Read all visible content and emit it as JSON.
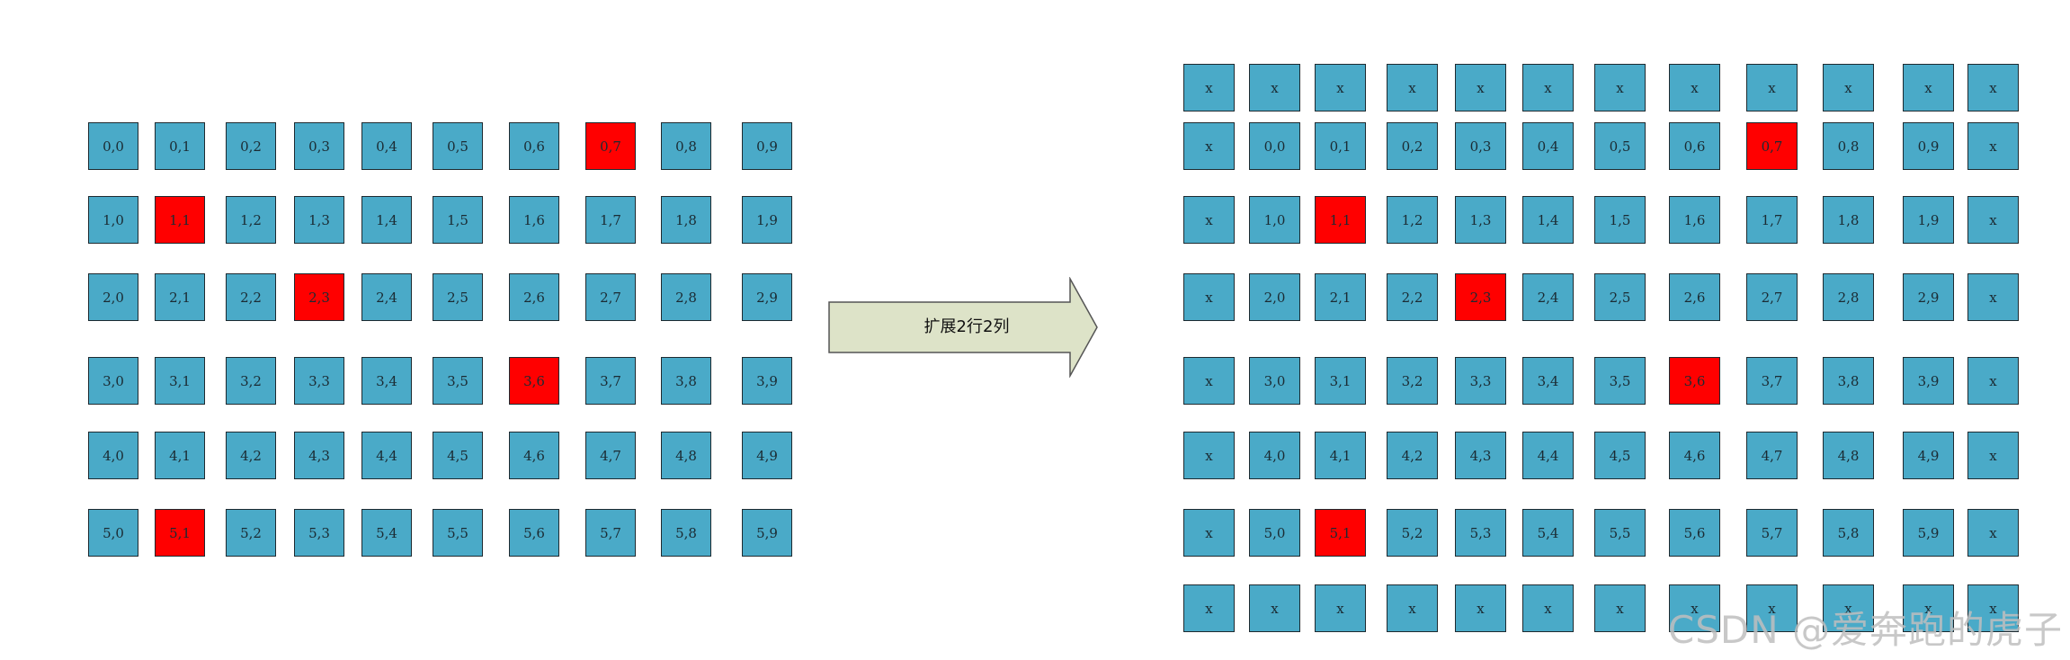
{
  "colors": {
    "cell_fill": "#4aaac8",
    "highlight_fill": "#ff0000",
    "arrow_fill": "#dde3c8",
    "arrow_stroke": "#555555",
    "border": "#1e2a30"
  },
  "left_grid": {
    "rows": [
      [
        "0,0",
        "0,1",
        "0,2",
        "0,3",
        "0,4",
        "0,5",
        "0,6",
        "0,7",
        "0,8",
        "0,9"
      ],
      [
        "1,0",
        "1,1",
        "1,2",
        "1,3",
        "1,4",
        "1,5",
        "1,6",
        "1,7",
        "1,8",
        "1,9"
      ],
      [
        "2,0",
        "2,1",
        "2,2",
        "2,3",
        "2,4",
        "2,5",
        "2,6",
        "2,7",
        "2,8",
        "2,9"
      ],
      [
        "3,0",
        "3,1",
        "3,2",
        "3,3",
        "3,4",
        "3,5",
        "3,6",
        "3,7",
        "3,8",
        "3,9"
      ],
      [
        "4,0",
        "4,1",
        "4,2",
        "4,3",
        "4,4",
        "4,5",
        "4,6",
        "4,7",
        "4,8",
        "4,9"
      ],
      [
        "5,0",
        "5,1",
        "5,2",
        "5,3",
        "5,4",
        "5,5",
        "5,6",
        "5,7",
        "5,8",
        "5,9"
      ]
    ],
    "highlighted": [
      "0,7",
      "1,1",
      "2,3",
      "3,6",
      "5,1"
    ]
  },
  "arrow": {
    "label": "扩展2行2列",
    "direction": "right"
  },
  "right_grid": {
    "rows": [
      [
        "x",
        "x",
        "x",
        "x",
        "x",
        "x",
        "x",
        "x",
        "x",
        "x",
        "x",
        "x"
      ],
      [
        "x",
        "0,0",
        "0,1",
        "0,2",
        "0,3",
        "0,4",
        "0,5",
        "0,6",
        "0,7",
        "0,8",
        "0,9",
        "x"
      ],
      [
        "x",
        "1,0",
        "1,1",
        "1,2",
        "1,3",
        "1,4",
        "1,5",
        "1,6",
        "1,7",
        "1,8",
        "1,9",
        "x"
      ],
      [
        "x",
        "2,0",
        "2,1",
        "2,2",
        "2,3",
        "2,4",
        "2,5",
        "2,6",
        "2,7",
        "2,8",
        "2,9",
        "x"
      ],
      [
        "x",
        "3,0",
        "3,1",
        "3,2",
        "3,3",
        "3,4",
        "3,5",
        "3,6",
        "3,7",
        "3,8",
        "3,9",
        "x"
      ],
      [
        "x",
        "4,0",
        "4,1",
        "4,2",
        "4,3",
        "4,4",
        "4,5",
        "4,6",
        "4,7",
        "4,8",
        "4,9",
        "x"
      ],
      [
        "x",
        "5,0",
        "5,1",
        "5,2",
        "5,3",
        "5,4",
        "5,5",
        "5,6",
        "5,7",
        "5,8",
        "5,9",
        "x"
      ],
      [
        "x",
        "x",
        "x",
        "x",
        "x",
        "x",
        "x",
        "x",
        "x",
        "x",
        "x",
        "x"
      ]
    ],
    "highlighted": [
      "0,7",
      "1,1",
      "2,3",
      "3,6",
      "5,1"
    ]
  },
  "watermark": "CSDN @爱奔跑的虎子"
}
